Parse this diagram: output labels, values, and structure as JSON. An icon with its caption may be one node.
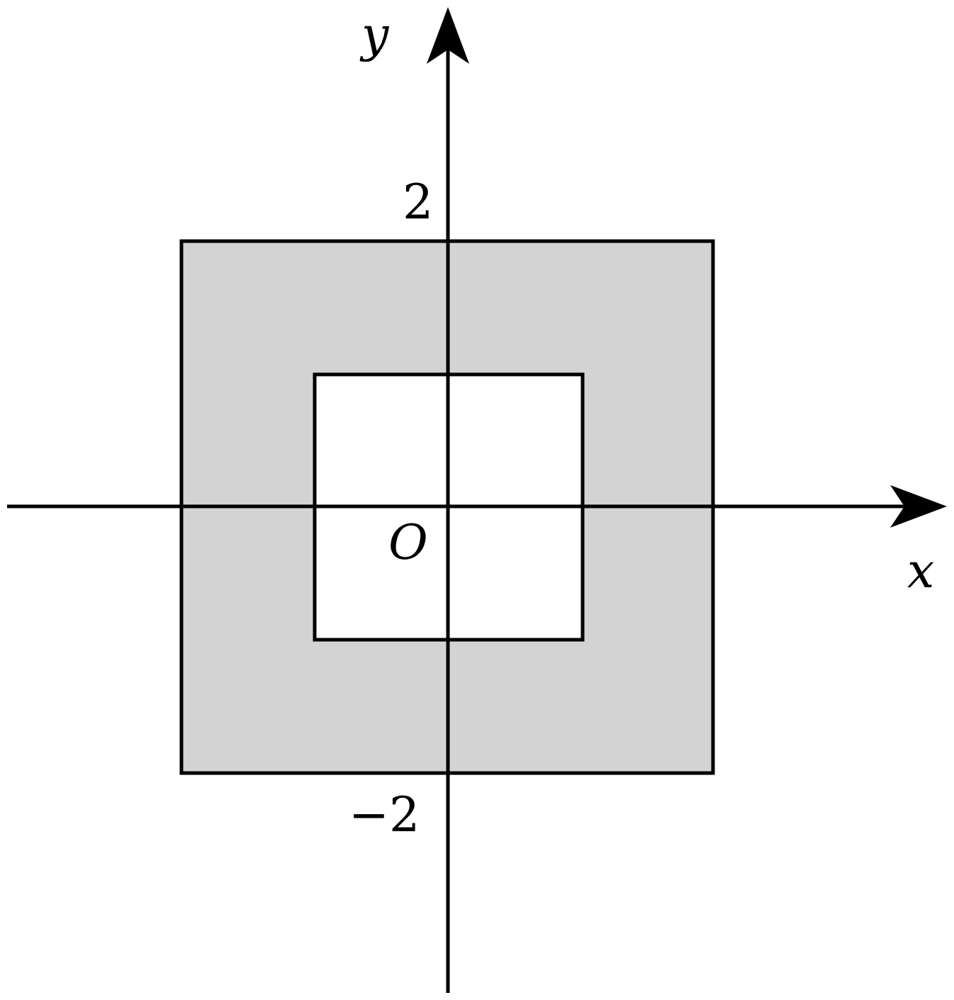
{
  "diagram": {
    "labels": [
      "y",
      "2",
      "O",
      "x",
      "−2"
    ]
  }
}
